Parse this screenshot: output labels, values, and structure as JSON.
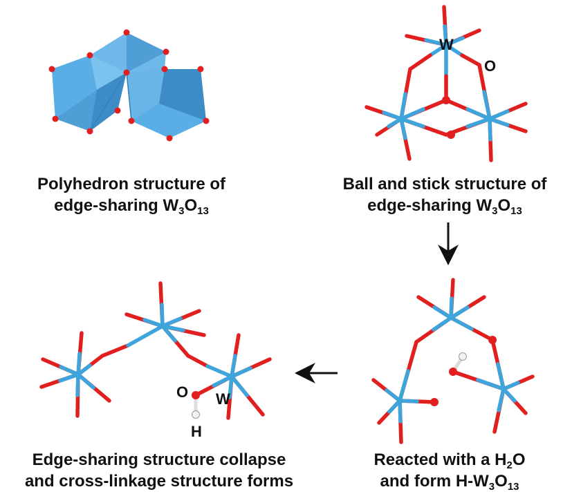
{
  "panels": {
    "top_left": {
      "caption_line1": "Polyhedron structure of",
      "caption_line2_main": "edge-sharing W",
      "caption_line2_sub1": "3",
      "caption_line2_mid": "O",
      "caption_line2_sub2": "13"
    },
    "top_right": {
      "caption_line1": "Ball and stick structure of",
      "caption_line2_main": "edge-sharing W",
      "caption_line2_sub1": "3",
      "caption_line2_mid": "O",
      "caption_line2_sub2": "13",
      "label_w": "W",
      "label_o": "O"
    },
    "bottom_right": {
      "caption_line1": "Reacted with a H",
      "caption_line1_sub": "2",
      "caption_line1_end": "O",
      "caption_line2_main": "and form H-W",
      "caption_line2_sub1": "3",
      "caption_line2_mid": "O",
      "caption_line2_sub2": "13"
    },
    "bottom_left": {
      "caption_line1": "Edge-sharing structure collapse",
      "caption_line2": "and cross-linkage structure forms",
      "label_o": "O",
      "label_w": "W",
      "label_h": "H"
    }
  },
  "colors": {
    "polyhedron_fill": "#4a9fd8",
    "tungsten_bond": "#3ea4dc",
    "oxygen": "#e21f1f",
    "hydrogen": "#f2f2f2",
    "arrow": "#111111"
  }
}
